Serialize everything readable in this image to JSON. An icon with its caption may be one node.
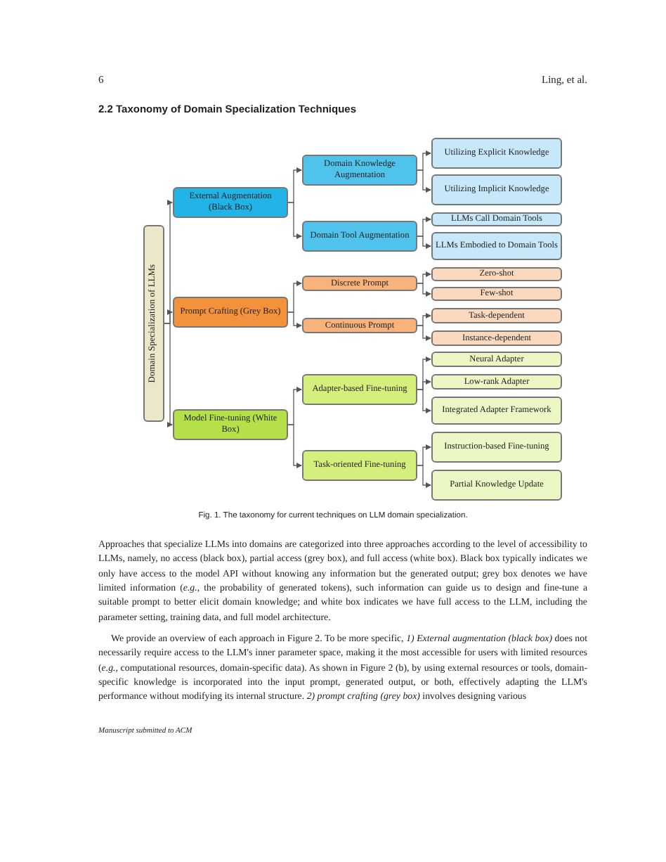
{
  "diagram": {
    "title": "2.2 Taxonomy of Domain Specialization Techniques",
    "caption": "Fig. 1. The taxonomy for current techniques on LLM domain specialization.",
    "nodes": [
      {
        "text": [
          "Domain Specialization of LLMs"
        ]
      },
      {
        "text": [
          "External Augmentation (Black Box)"
        ]
      },
      {
        "text": [
          "Domain Knowledge Augmentation"
        ]
      },
      {
        "text": [
          "Utilizing Explicit Knowledge"
        ]
      },
      {
        "text": [
          "Utilizing Implicit Knowledge"
        ]
      },
      {
        "text": [
          "Domain Tool Augmentation"
        ]
      },
      {
        "text": [
          "LLMs Call Domain Tools"
        ]
      },
      {
        "text": [
          "LLMs Embodied to Domain Tools"
        ]
      },
      {
        "text": [
          "Prompt Crafting (Grey Box)"
        ]
      },
      {
        "text": [
          "Discrete Prompt"
        ]
      },
      {
        "text": [
          "Zero-shot"
        ]
      },
      {
        "text": [
          "Few-shot"
        ]
      },
      {
        "text": [
          "Continuous Prompt"
        ]
      },
      {
        "text": [
          "Task-dependent"
        ]
      },
      {
        "text": [
          "Instance-dependent"
        ]
      },
      {
        "text": [
          "Model Fine-tuning (White Box)"
        ]
      },
      {
        "text": [
          "Adapter-based Fine-tuning"
        ]
      },
      {
        "text": [
          "Neural Adapter"
        ]
      },
      {
        "text": [
          "Low-rank Adapter"
        ]
      },
      {
        "text": [
          "Integrated Adapter Framework"
        ]
      },
      {
        "text": [
          "Task-oriented Fine-tuning"
        ]
      },
      {
        "text": [
          "Instruction-based Fine-tuning"
        ]
      },
      {
        "text": [
          "Partial Knowledge Update"
        ]
      }
    ],
    "edges": [
      {
        "from": 0,
        "to": 1,
        "arrow": "to"
      },
      {
        "from": 1,
        "to": 2,
        "arrow": "to"
      },
      {
        "from": 2,
        "to": 3,
        "arrow": "to"
      },
      {
        "from": 2,
        "to": 4,
        "arrow": "to"
      },
      {
        "from": 1,
        "to": 5,
        "arrow": "to"
      },
      {
        "from": 5,
        "to": 6,
        "arrow": "to"
      },
      {
        "from": 5,
        "to": 7,
        "arrow": "to"
      },
      {
        "from": 0,
        "to": 8,
        "arrow": "to"
      },
      {
        "from": 8,
        "to": 9,
        "arrow": "to"
      },
      {
        "from": 9,
        "to": 10,
        "arrow": "to"
      },
      {
        "from": 9,
        "to": 11,
        "arrow": "to"
      },
      {
        "from": 8,
        "to": 12,
        "arrow": "to"
      },
      {
        "from": 12,
        "to": 13,
        "arrow": "to"
      },
      {
        "from": 12,
        "to": 14,
        "arrow": "to"
      },
      {
        "from": 0,
        "to": 15,
        "arrow": "to"
      },
      {
        "from": 15,
        "to": 16,
        "arrow": "to"
      },
      {
        "from": 16,
        "to": 17,
        "arrow": "to"
      },
      {
        "from": 16,
        "to": 18,
        "arrow": "to"
      },
      {
        "from": 16,
        "to": 19,
        "arrow": "to"
      },
      {
        "from": 15,
        "to": 20,
        "arrow": "to"
      },
      {
        "from": 20,
        "to": 21,
        "arrow": "to"
      },
      {
        "from": 20,
        "to": 22,
        "arrow": "to"
      }
    ],
    "labels": [
      "6",
      "Ling, et al.",
      "Approaches that specialize LLMs into domains are categorized into three approaches according to the level of accessibility to LLMs, namely, no access (black box), partial access (grey box), and full access (white box). Black box typically indicates we only have access to the model API without knowing any information but the generated output; grey box denotes we have limited information (*e.g.,* the probability of generated tokens), such information can guide us to design and fine-tune a suitable prompt to better elicit domain knowledge; and white box indicates we have full access to the LLM, including the parameter setting, training data, and full model architecture.",
      "We provide an overview of each approach in Figure 2. To be more specific, *1) External augmentation (black box)* does not necessarily require access to the LLM's inner parameter space, making it the most accessible for users with limited resources (*e.g.,* computational resources, domain-specific data). As shown in Figure 2 (b), by using external resources or tools, domain-specific knowledge is incorporated into the input prompt, generated output, or both, effectively adapting the LLM's performance without modifying its internal structure. *2) prompt crafting (grey box)* involves designing various",
      "Manuscript submitted to ACM"
    ]
  }
}
